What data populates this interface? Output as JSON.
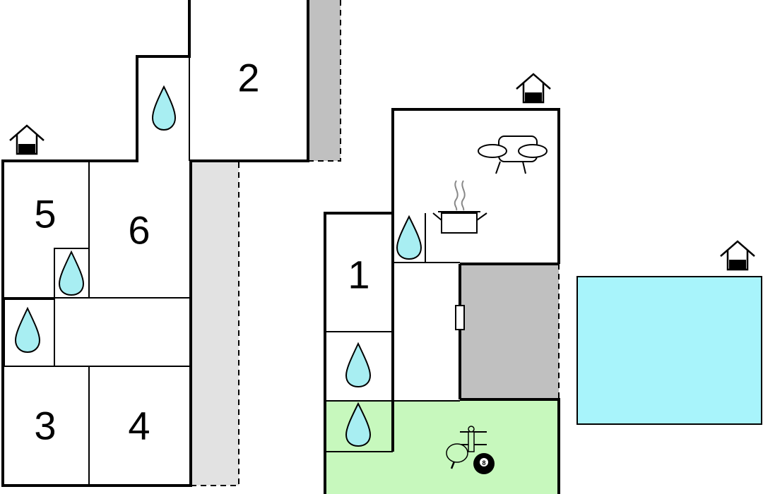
{
  "colors": {
    "wall": "#000000",
    "terrace_dark": "#c0c0c0",
    "terrace_light": "#e2e2e2",
    "room_fill": "#ffffff",
    "game_room": "#c7f8bd",
    "pool": "#a8f4fb",
    "water_drop": "#a8eef2"
  },
  "rooms": {
    "room_1": "1",
    "room_2": "2",
    "room_3": "3",
    "room_4": "4",
    "room_5": "5",
    "room_6": "6"
  },
  "icons": {
    "bathroom": "water-drop-icon",
    "entrance": "house-entrance-icon",
    "living": "sofa-icon",
    "kitchen": "cooking-pot-icon",
    "games": [
      "table-football-icon",
      "table-tennis-icon",
      "billiard-ball-icon"
    ],
    "billiard_ball_number": "8",
    "pool": "swimming-pool"
  }
}
